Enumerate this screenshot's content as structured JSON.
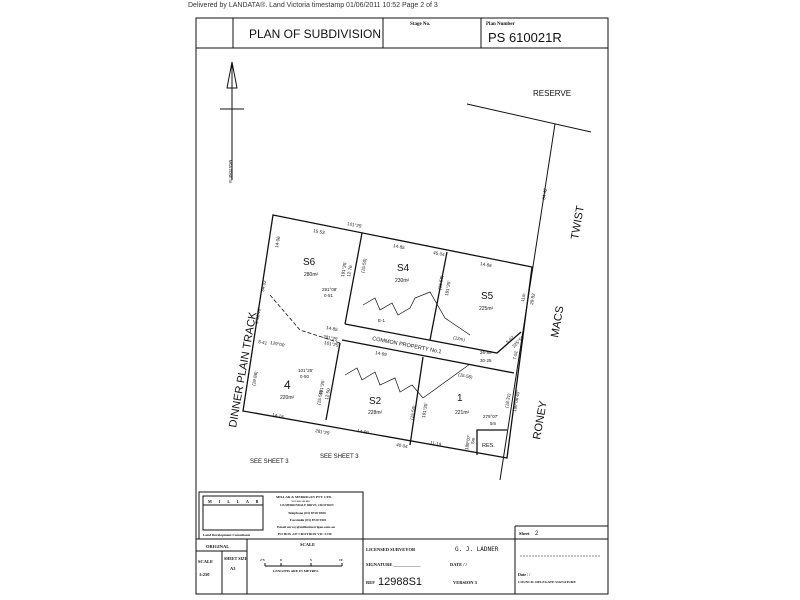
{
  "delivered": "Delivered by LANDATA®.  Land Victoria timestamp 01/06/2011 10:52   Page 2 of 3",
  "header": {
    "title": "PLAN OF SUBDIVISION",
    "stage_label": "Stage No.",
    "plan_number_label": "Plan Number",
    "plan_number": "PS 610021R"
  },
  "north": {
    "zone": "MGA ZONE 55"
  },
  "roads": {
    "left": "DINNER   PLAIN   TRACK",
    "right_top": "TWIST",
    "right_mid": "MACS",
    "right_bottom": "RONEY",
    "reserve": "RESERVE"
  },
  "lots": [
    {
      "name": "S6",
      "area": "280m²"
    },
    {
      "name": "S4",
      "area": "230m²"
    },
    {
      "name": "S5",
      "area": "225m²"
    },
    {
      "name": "4",
      "area": "220m²"
    },
    {
      "name": "S2",
      "area": "228m²"
    },
    {
      "name": "1",
      "area": "221m²"
    }
  ],
  "common_property": "COMMON PROPERTY No.1",
  "res": "RES.",
  "dims": {
    "top1": "15·53",
    "top_bearing": "101°25'",
    "top2": "14·85",
    "top3": "45·04",
    "top4": "14·66",
    "left1": "14·06",
    "left2": "34·02",
    "left3": "(19·86)",
    "left_bearing": "9°06'40\"",
    "right1": "34·42",
    "right2": "28·82",
    "right3": "11m",
    "right4": "7·51",
    "right5": "(18·31)",
    "right_bearing": "189°06'40\"",
    "bot1": "14·16",
    "bot_bearing": "281°25'",
    "bot2": "14·69",
    "bot3": "40·04",
    "bot4": "11·19",
    "cp_bearing1": "281°25'",
    "cp_bearing2": "101°25'",
    "cp1": "14·85",
    "cp2": "14·69",
    "cp3": "26·85",
    "cp4": "30·25",
    "cp5": "(15·56)",
    "cp6": "(12m)",
    "cp7": "5·67",
    "cp8": "225°56'",
    "div1": "(15·50)",
    "div1b": "191°25'",
    "div1c": "12·76",
    "div2": "(15·50)",
    "div2b": "191°25'",
    "div3": "(15·50)",
    "div3b": "191°25'",
    "div3c": "12·50",
    "div4": "(15·50)",
    "div4b": "191°25'",
    "res1": "279°07'",
    "res2": "5m",
    "res3": "189°07'",
    "res4": "5m",
    "e1": "E-1",
    "b1": "291°08'",
    "b2": "0·51",
    "b3": "101°25'",
    "b4": "0·50",
    "b5": "8·41",
    "b6": "129°00'"
  },
  "see_sheet": [
    "SEE SHEET 3",
    "SEE SHEET 3"
  ],
  "company": {
    "logo_letters": "M I L L A R",
    "logo_name": "Merrigan",
    "logo_tagline": "Land Development Consultants",
    "name": "MILLAR & MERRIGAN PTY. LTD.",
    "acn": "ACN 005 541 668",
    "address": "126 MERRINDALE DRIVE, CROYDON",
    "telephone": "Telephone  (03) 8720 9500",
    "facsimile": "Facsimile  (03) 8720 9501",
    "email": "Email  survey@millarmerrigan.com.au",
    "po_box": "PO BOX 247 CROYDON VIC 3136"
  },
  "footer": {
    "original": "ORIGINAL",
    "scale_label": "SCALE",
    "scale_value": "1:250",
    "sheet_size_label": "SHEET SIZE",
    "sheet_size": "A3",
    "scale_heading": "SCALE",
    "scale_ticks": [
      "2·5",
      "0",
      "5",
      "10"
    ],
    "lengths_note": "LENGTHS ARE IN METRES",
    "licensed_surveyor_label": "LICENSED SURVEYOR",
    "licensed_surveyor": "G. J. LADNER",
    "signature_label": "SIGNATURE ____________",
    "date_label": "DATE   /  /",
    "ref_label": "REF",
    "ref": "12988S1",
    "version": "VERSION 3",
    "sheet_label": "Sheet",
    "sheet": "2",
    "council_date": "Date      /      /",
    "council_sig": "COUNCIL DELEGATE SIGNATURE"
  }
}
